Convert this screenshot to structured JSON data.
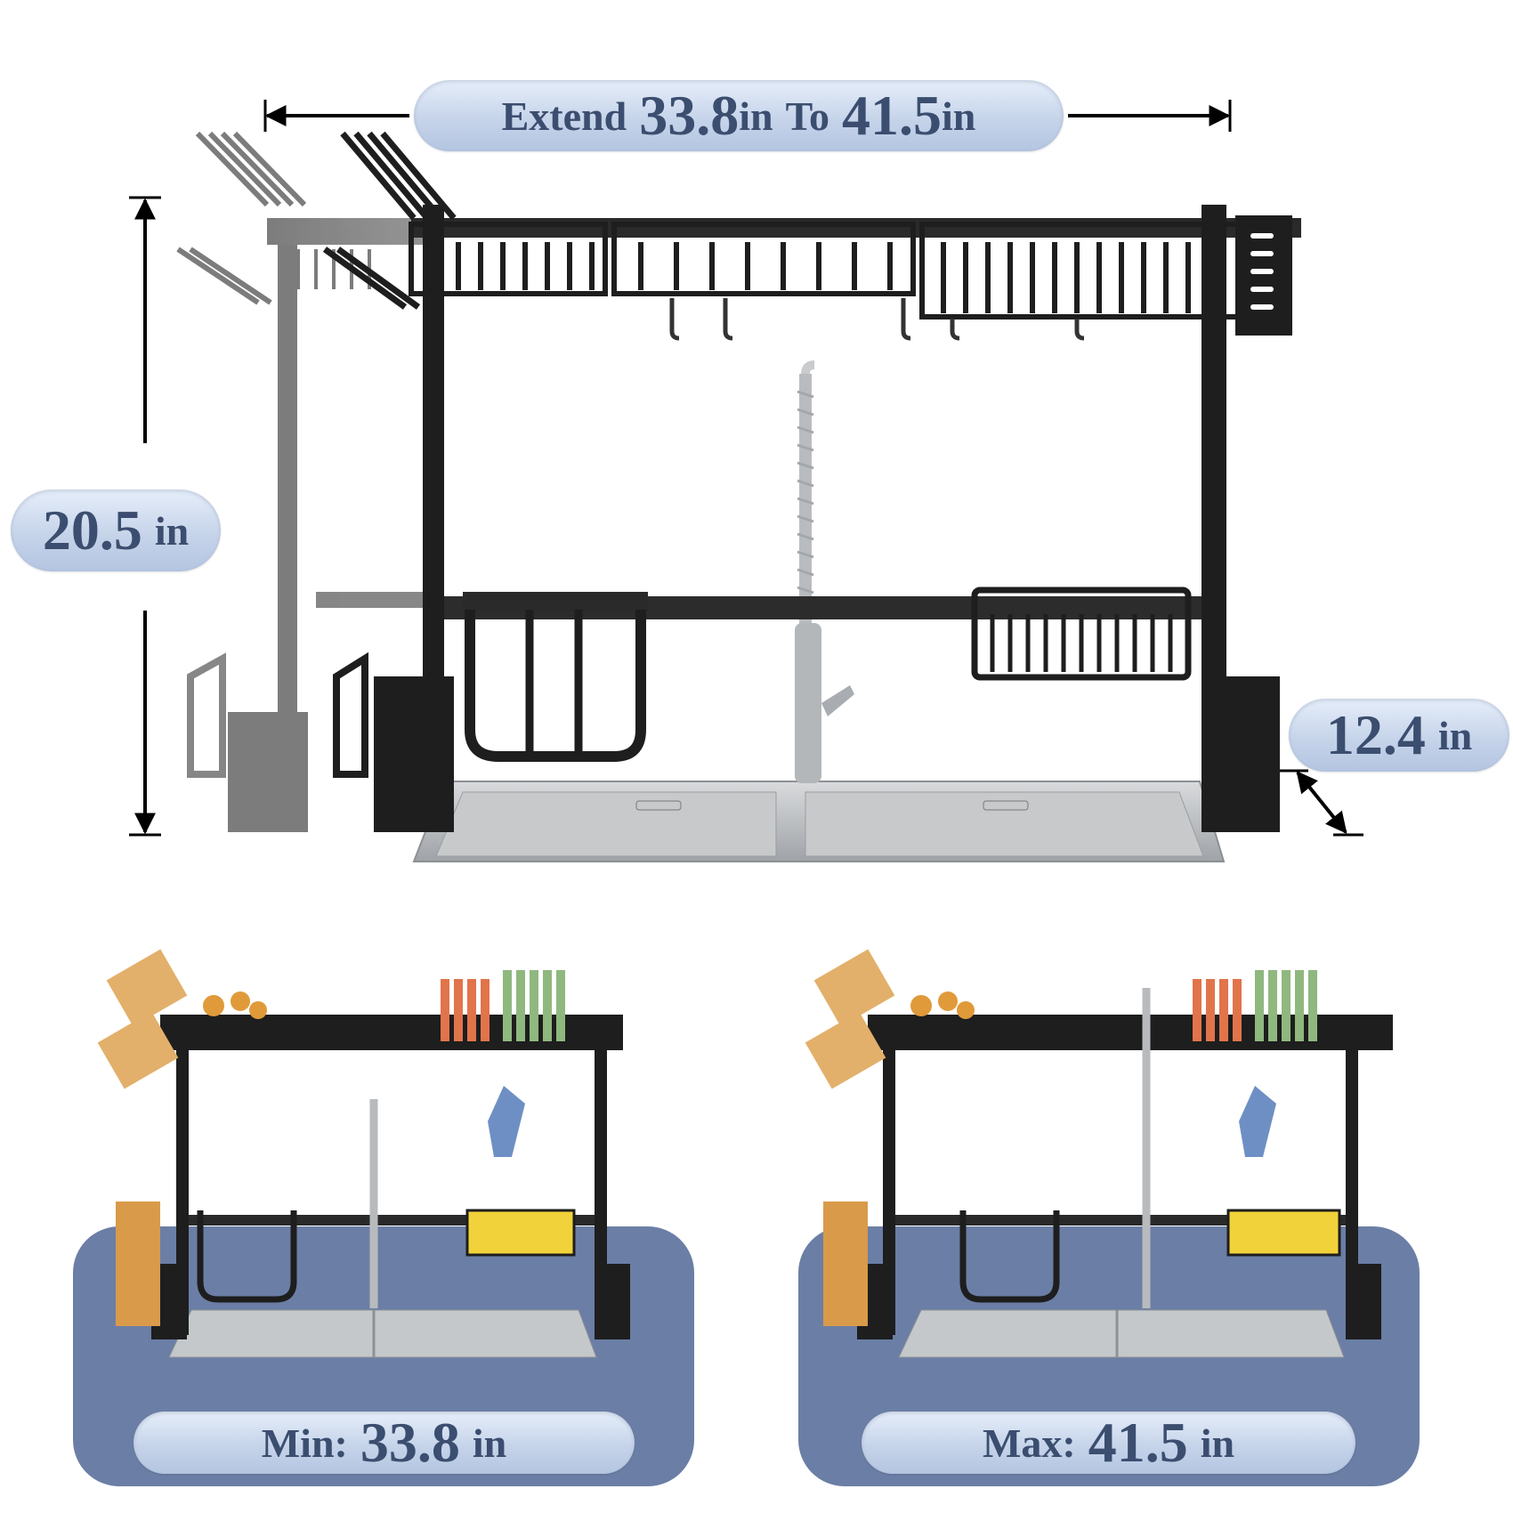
{
  "dimensions": {
    "extend": {
      "prefix": "Extend",
      "from": "33.8",
      "unit_from": "in",
      "to_word": "To",
      "to": "41.5",
      "unit_to": "in"
    },
    "height": {
      "value": "20.5",
      "unit": "in"
    },
    "depth": {
      "value": "12.4",
      "unit": "in"
    }
  },
  "variants": {
    "min": {
      "label": "Min:",
      "value": "33.8",
      "unit": "in"
    },
    "max": {
      "label": "Max:",
      "value": "41.5",
      "unit": "in"
    }
  },
  "colors": {
    "pill_text": "#3b4e6f",
    "panel_blue": "#6b7ea5",
    "rack_black": "#1e1e1e",
    "rack_ghost": "#7a7a7a",
    "sink_steel": "#b9bcbf"
  },
  "icons": [
    "width-arrow-icon",
    "height-arrow-icon",
    "depth-arrow-icon"
  ]
}
